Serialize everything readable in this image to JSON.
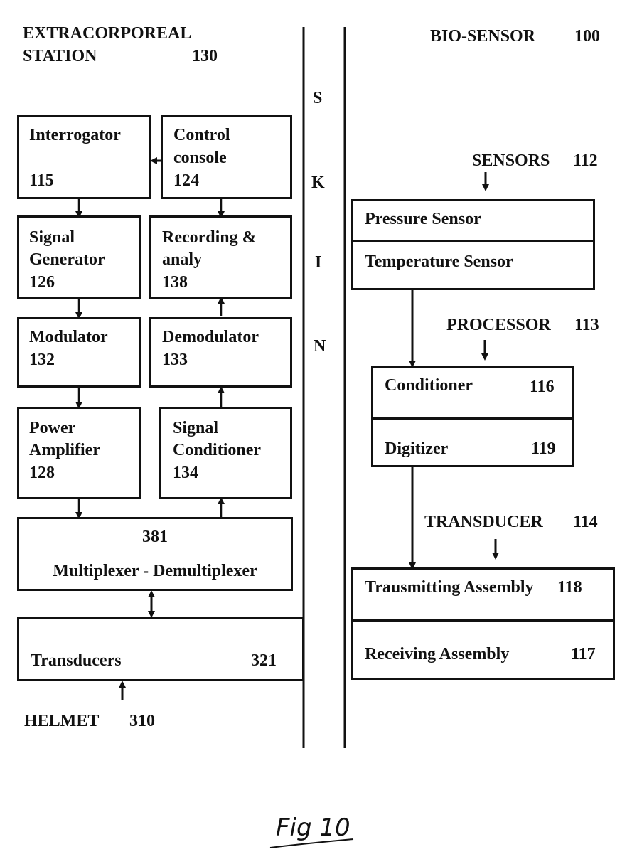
{
  "left_header": {
    "line1": "EXTRACORPOREAL",
    "line2": "STATION",
    "ref": "130"
  },
  "right_header": {
    "label": "BIO-SENSOR",
    "ref": "100"
  },
  "skin_letters": [
    "S",
    "K",
    "I",
    "N"
  ],
  "blocks": {
    "interrogator": {
      "line1": "Interrogator",
      "ref": "115"
    },
    "control_console": {
      "line1": "Control",
      "line2": "console",
      "ref": "124"
    },
    "signal_generator": {
      "line1": "Signal",
      "line2": "Generator",
      "ref": "126"
    },
    "recording": {
      "line1": "Recording &",
      "line2": "analy",
      "ref": "138"
    },
    "modulator": {
      "line1": "Modulator",
      "ref": "132"
    },
    "demodulator": {
      "line1": "Demodulator",
      "ref": "133"
    },
    "power_amplifier": {
      "line1": "Power",
      "line2": "Amplifier",
      "ref": "128"
    },
    "signal_conditioner": {
      "line1": "Signal",
      "line2": "Conditioner",
      "ref": "134"
    },
    "multiplexer": {
      "ref": "381",
      "label": "Multiplexer - Demultiplexer"
    },
    "transducers": {
      "label": "Transducers",
      "ref": "321"
    }
  },
  "helmet": {
    "label": "HELMET",
    "ref": "310"
  },
  "sensors": {
    "label": "SENSORS",
    "ref": "112",
    "items": [
      "Pressure Sensor",
      "Temperature Sensor"
    ]
  },
  "processor": {
    "label": "PROCESSOR",
    "ref": "113",
    "conditioner": {
      "label": "Conditioner",
      "ref": "116"
    },
    "digitizer": {
      "label": "Digitizer",
      "ref": "119"
    }
  },
  "transducer": {
    "label": "TRANSDUCER",
    "ref": "114",
    "transmitting": {
      "label": "Trausmitting Assembly",
      "ref": "118"
    },
    "receiving": {
      "label": "Receiving Assembly",
      "ref": "117"
    }
  },
  "figure_caption": "Fig 10"
}
